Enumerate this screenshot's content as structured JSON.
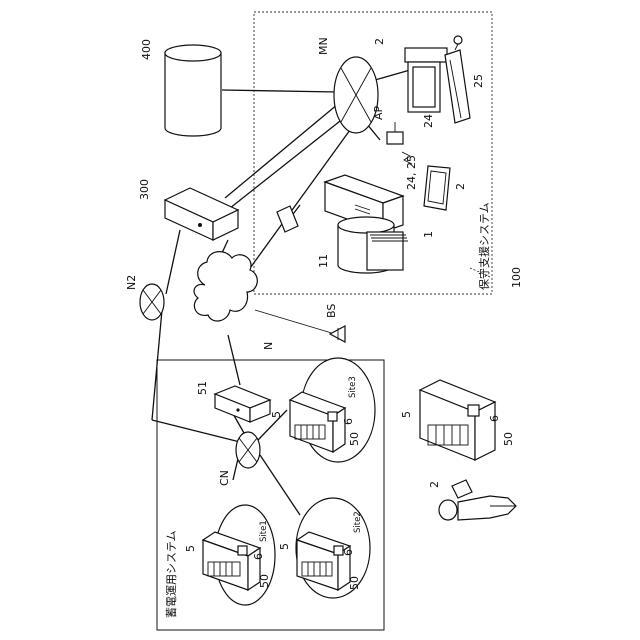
{
  "labels": {
    "storage_400": "400",
    "server_300": "300",
    "router_n2": "N2",
    "router_mn": "MN",
    "network_n": "N",
    "base_station": "BS",
    "router_cn": "CN",
    "access_point": "AP",
    "server_51": "51",
    "system_100": "100",
    "maint_title": "保守支援システム",
    "storage_ops_title": "蓄電運用システム",
    "site1": "Site1",
    "site2": "Site2",
    "site3": "Site3",
    "ref_1": "1",
    "ref_11": "11",
    "ref_2a": "2",
    "ref_2b": "2",
    "ref_2c": "2",
    "ref_24a": "24",
    "ref_24_25": "24, 25",
    "ref_25": "25",
    "ref_5a": "5",
    "ref_5b": "5",
    "ref_5c": "5",
    "ref_5d": "5",
    "ref_6a": "6",
    "ref_6b": "6",
    "ref_6c": "6",
    "ref_6d": "6",
    "ref_50a": "50",
    "ref_50b": "50",
    "ref_50c": "50",
    "ref_50d": "50"
  }
}
